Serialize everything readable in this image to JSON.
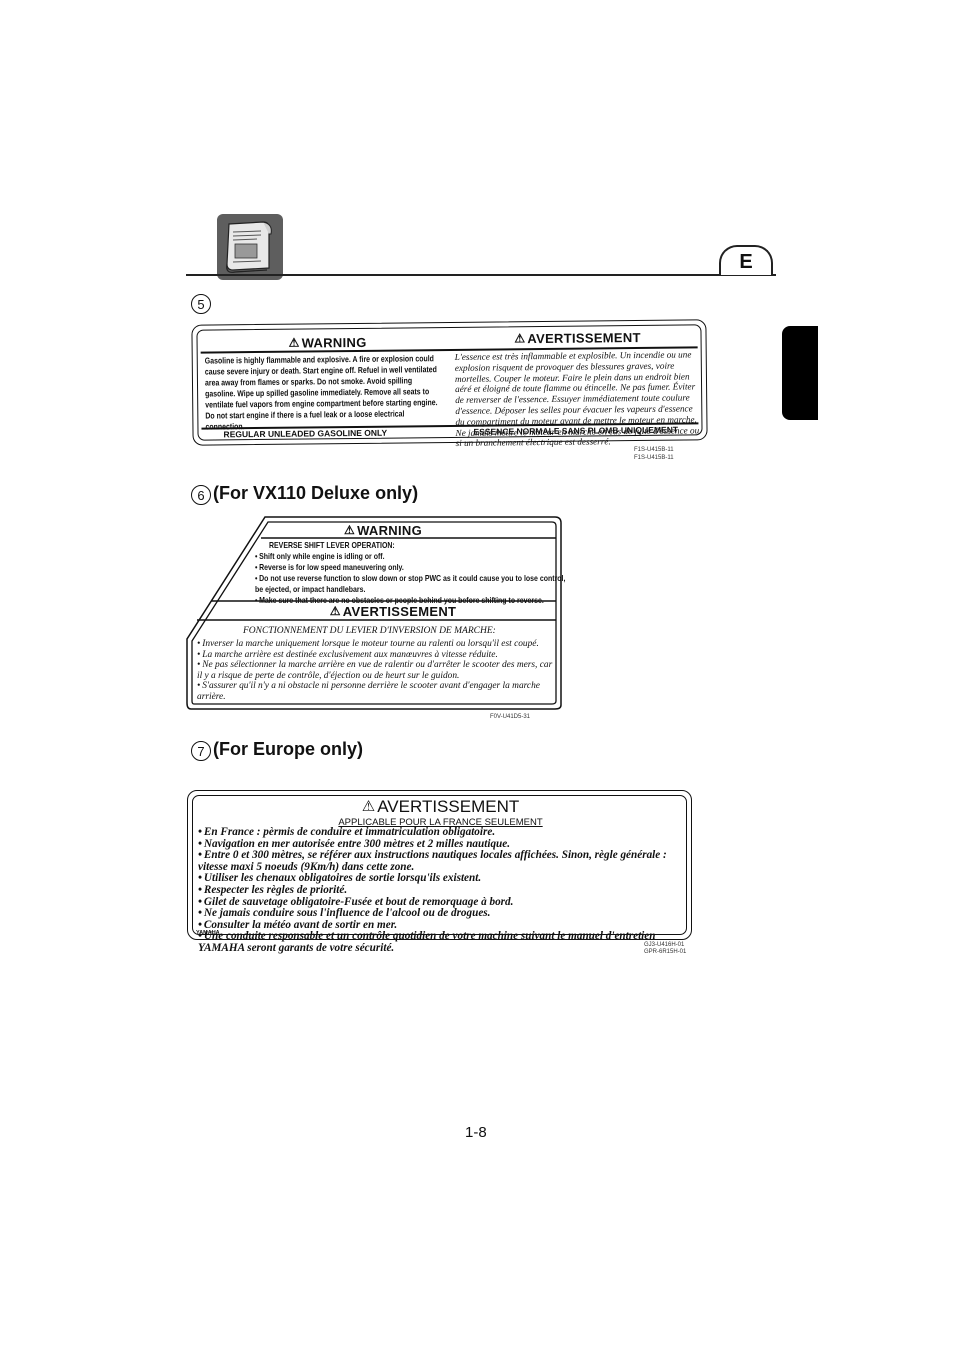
{
  "header": {
    "language": "E"
  },
  "sections": {
    "s5": {
      "number": "5"
    },
    "s6": {
      "number": "6",
      "title": "(For VX110 Deluxe only)"
    },
    "s7": {
      "number": "7",
      "title": "(For Europe only)"
    }
  },
  "label5": {
    "warning_title": "WARNING",
    "avert_title": "AVERTISSEMENT",
    "en_text": "Gasoline is highly flammable and explosive. A fire or explosion could cause severe injury or death. Start engine off. Refuel in well ventilated area away from flames or sparks. Do not smoke. Avoid spilling gasoline. Wipe up spilled gasoline immediately. Remove all seats to ventilate fuel vapors from engine compartment before starting engine. Do not start engine if there is a fuel leak or a loose electrical connection.",
    "fr_text": "L'essence est très inflammable et explosible. Un incendie ou une explosion risquent de provoquer des blessures graves, voire mortelles. Couper le moteur. Faire le plein dans un endroit bien aéré et éloigné de toute flamme ou étincelle. Ne pas fumer. Éviter de renverser de l'essence. Essuyer immédiatement toute coulure d'essence. Déposer les selles pour évacuer les vapeurs d'essence du compartiment du moteur avant de mettre le moteur en marche. Ne jamais mettre le moteur en marche en cas de fuite d'essence ou si un branchement électrique est desserré.",
    "en_footer": "REGULAR UNLEADED GASOLINE ONLY",
    "fr_footer": "ESSENCE NORMALE SANS PLOMB UNIQUEMENT",
    "code1": "F1S-U415B-11",
    "code2": "F1S-U415B-11"
  },
  "label6": {
    "warning_title": "WARNING",
    "en_subtitle": "REVERSE SHIFT LEVER OPERATION:",
    "en_items": [
      "Shift only while engine is idling or off.",
      "Reverse is for low speed maneuvering only.",
      "Do not use reverse function to slow down or stop PWC as it could cause you to lose control, be ejected, or impact handlebars.",
      "Make sure that there are no obstacles or people behind you before shifting to reverse."
    ],
    "avert_title": "AVERTISSEMENT",
    "fr_subtitle": "FONCTIONNEMENT DU LEVIER D'INVERSION DE MARCHE:",
    "fr_items": [
      "Inverser la marche uniquement lorsque le moteur tourne au ralenti ou lorsqu'il est coupé.",
      "La marche arrière est destinée exclusivement aux manœuvres à vitesse réduite.",
      "Ne pas sélectionner la marche arrière en vue de ralentir ou d'arrêter le scooter des mers, car il y a risque de perte de contrôle, d'éjection ou de heurt sur le guidon.",
      "S'assurer qu'il n'y a ni obstacle ni personne derrière le scooter avant d'engager la marche arrière."
    ],
    "code": "F0V-U41D5-31"
  },
  "label7": {
    "title": "AVERTISSEMENT",
    "subtitle": "APPLICABLE POUR LA FRANCE SEULEMENT",
    "items": [
      "En France : pèrmis de conduire et immatriculation obligatoire.",
      "Navigation en mer autorisée entre 300 mètres et 2 milles nautique.",
      "Entre 0 et 300 mètres, se référer aux instructions nautiques locales affichées. Sinon, règle générale : vitesse maxi 5 noeuds (9Km/h) dans cette zone.",
      "Utiliser les chenaux obligatoires de sortie lorsqu'ils existent.",
      "Respecter les règles de priorité.",
      "Gilet de sauvetage obligatoire-Fusée et bout de remorquage à bord.",
      "Ne jamais conduire sous l'influence de l'alcool ou de drogues.",
      "Consulter la météo avant de sortir en mer.",
      "Une conduite responsable et un contrôle quotidien de votre machine suivant le manuel d'entretien YAMAHA seront garants de votre sécurité."
    ],
    "brand": "YAMAHA",
    "code1": "GJ3-U416H-01",
    "code2": "GPR-6R15H-01"
  },
  "footer": {
    "page_number": "1-8"
  }
}
